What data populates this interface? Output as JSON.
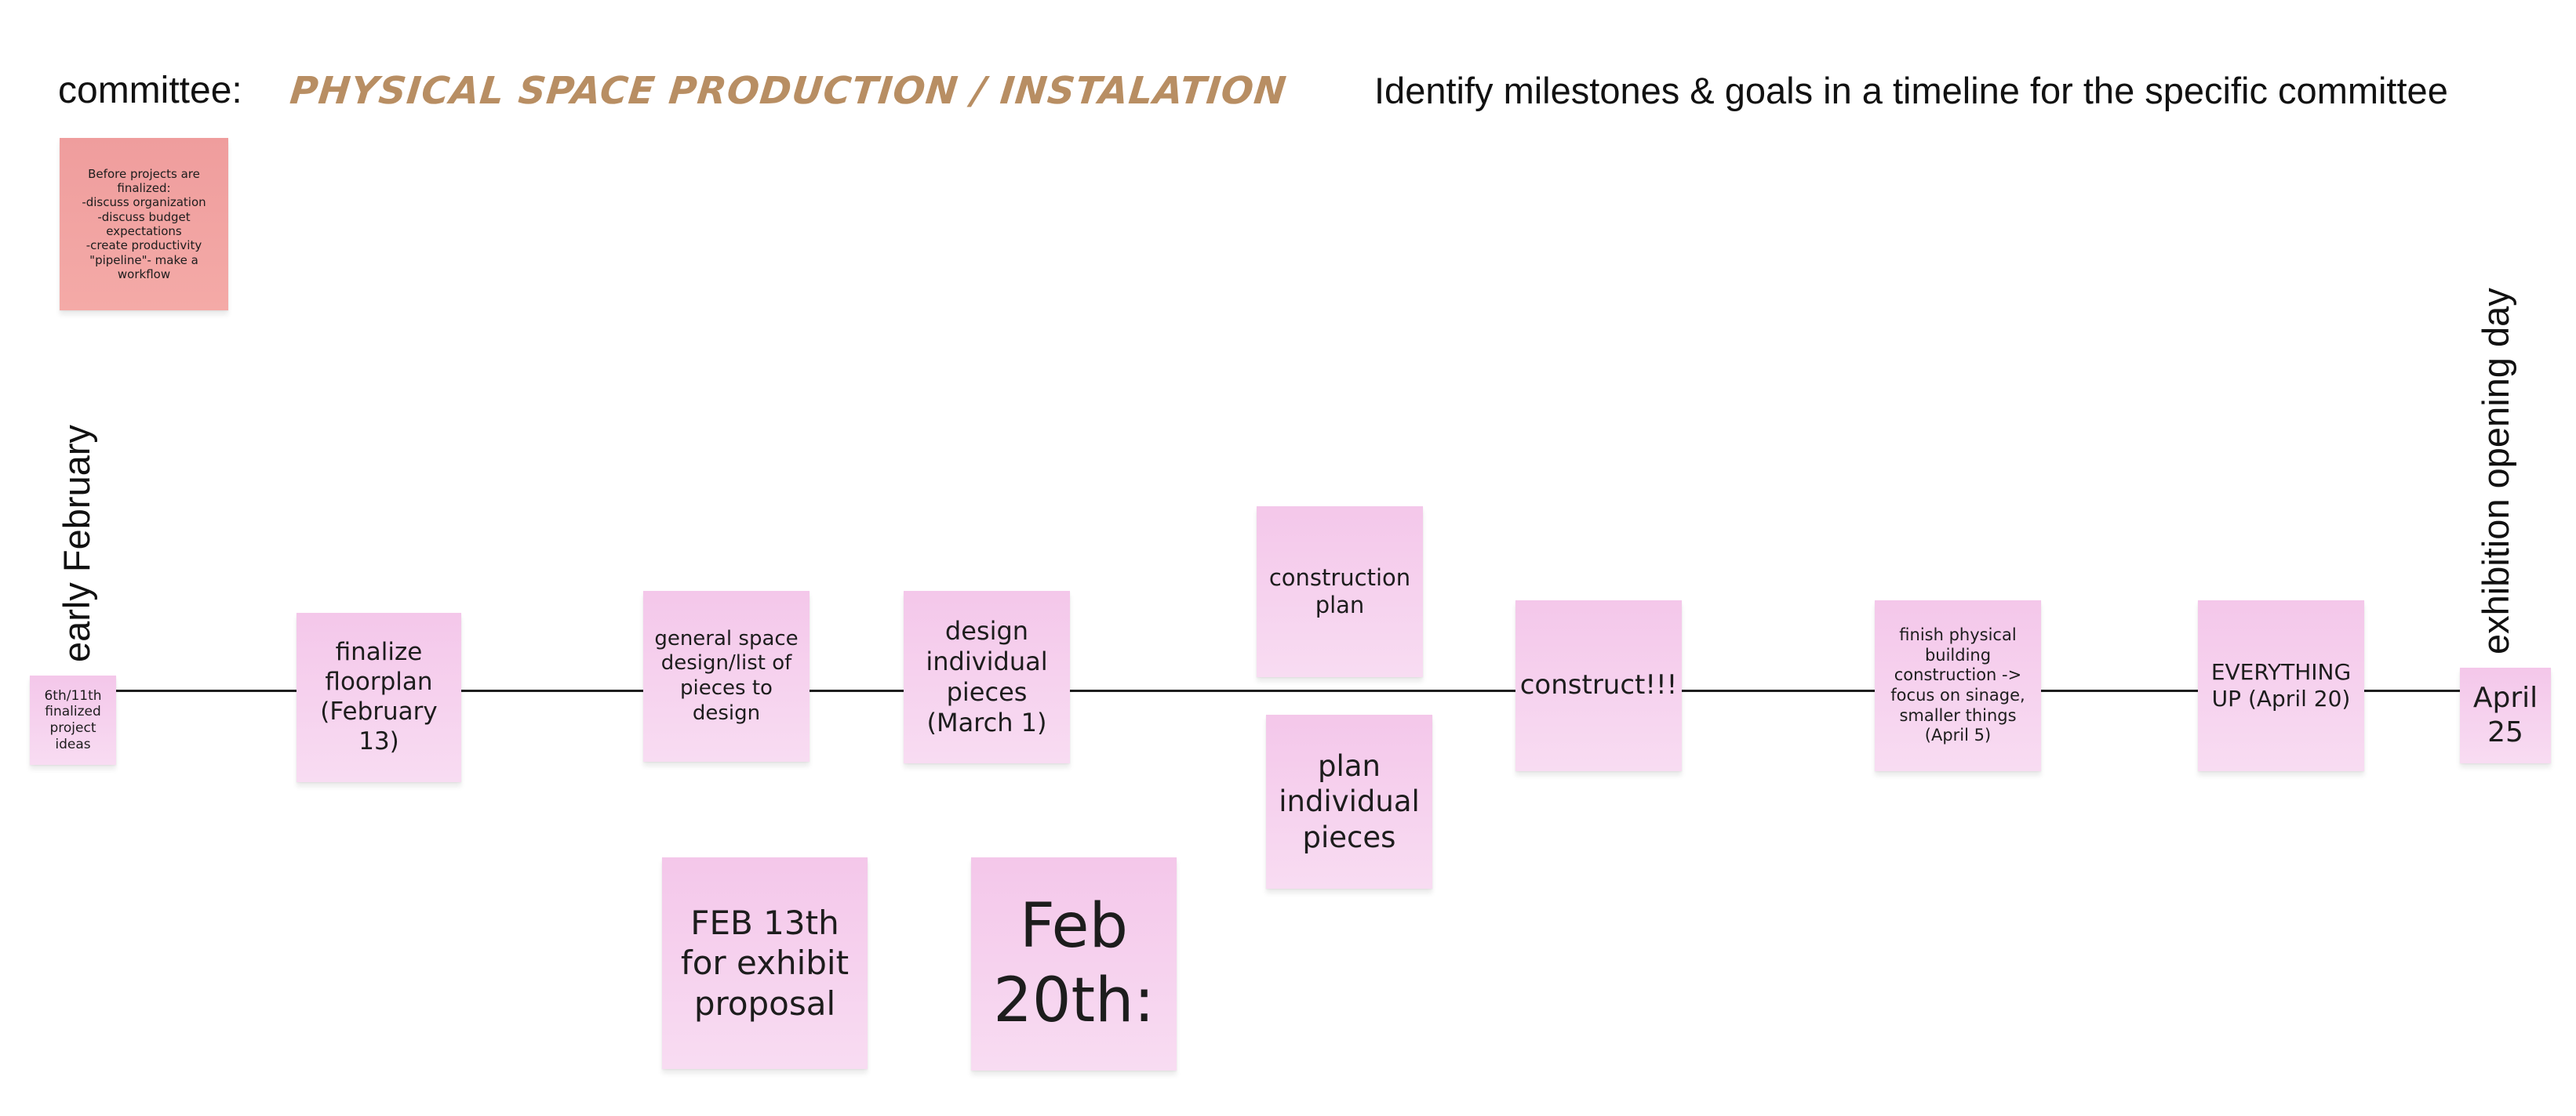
{
  "header": {
    "committee_label": "committee:",
    "committee_name": "PHYSICAL SPACE PRODUCTION / INSTALATION",
    "instruction": "Identify milestones & goals in a timeline for the specific committee",
    "title_color": "#b88e63"
  },
  "timeline": {
    "start_label": "early February",
    "end_label": "exhibition opening day"
  },
  "notes": {
    "pre_planning": "Before projects are finalized:\n-discuss organization\n-discuss budget expectations\n-create productivity \"pipeline\"- make a workflow",
    "finalized_ideas": "6th/11th finalized project ideas",
    "floorplan": "finalize floorplan (February 13)",
    "space_design": "general space design/list of pieces to design",
    "design_pieces": "design individual pieces (March 1)",
    "construction_plan": "construction plan",
    "plan_pieces": "plan individual pieces",
    "construct": "construct!!!",
    "finish_building": "finish physical building construction -> focus on sinage, smaller things (April 5)",
    "everything_up": "EVERYTHING UP (April 20)",
    "april_25": "April 25",
    "feb_13": "FEB 13th for exhibit proposal",
    "feb_20": "Feb 20th:"
  },
  "colors": {
    "note_pink": "#f6d3ee",
    "note_red": "#f2a4a2",
    "timeline_line": "#1e1e1e"
  }
}
